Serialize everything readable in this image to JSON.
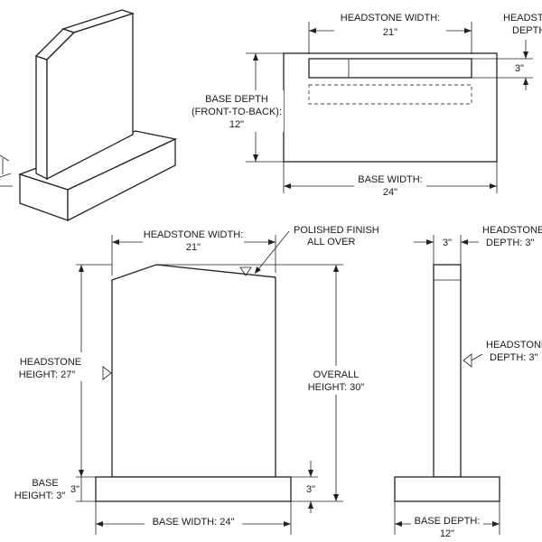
{
  "plan_view": {
    "headstone_width_label": "HEADSTONE WIDTH:",
    "headstone_width_value": "21\"",
    "headstone_depth_label_1": "HEADSTONE",
    "headstone_depth_label_2": "DEPTH",
    "headstone_depth_value": "3\"",
    "base_depth_label_1": "BASE DEPTH",
    "base_depth_label_2": "(FRONT-TO-BACK):",
    "base_depth_value": "12\"",
    "base_width_label": "BASE WIDTH:",
    "base_width_value": "24\""
  },
  "front_view": {
    "headstone_width_label": "HEADSTONE WIDTH:",
    "headstone_width_value": "21\"",
    "finish_note_1": "POLISHED FINISH",
    "finish_note_2": "ALL OVER",
    "headstone_height_1": "HEADSTONE",
    "headstone_height_2": "HEIGHT: 27\"",
    "overall_height_1": "OVERALL",
    "overall_height_2": "HEIGHT: 30\"",
    "base_height_1": "BASE",
    "base_height_2": "HEIGHT: 3\"",
    "base_height_value_left": "3\"",
    "base_height_value_right": "3\"",
    "base_width": "BASE WIDTH: 24\""
  },
  "side_view": {
    "thickness_value": "3\"",
    "headstone_depth_top_1": "HEADSTONE",
    "headstone_depth_top_2": "DEPTH: 3\"",
    "headstone_depth_mid_1": "HEADSTONE",
    "headstone_depth_mid_2": "DEPTH: 3\"",
    "base_depth_label": "BASE DEPTH:",
    "base_depth_value": "12\""
  }
}
